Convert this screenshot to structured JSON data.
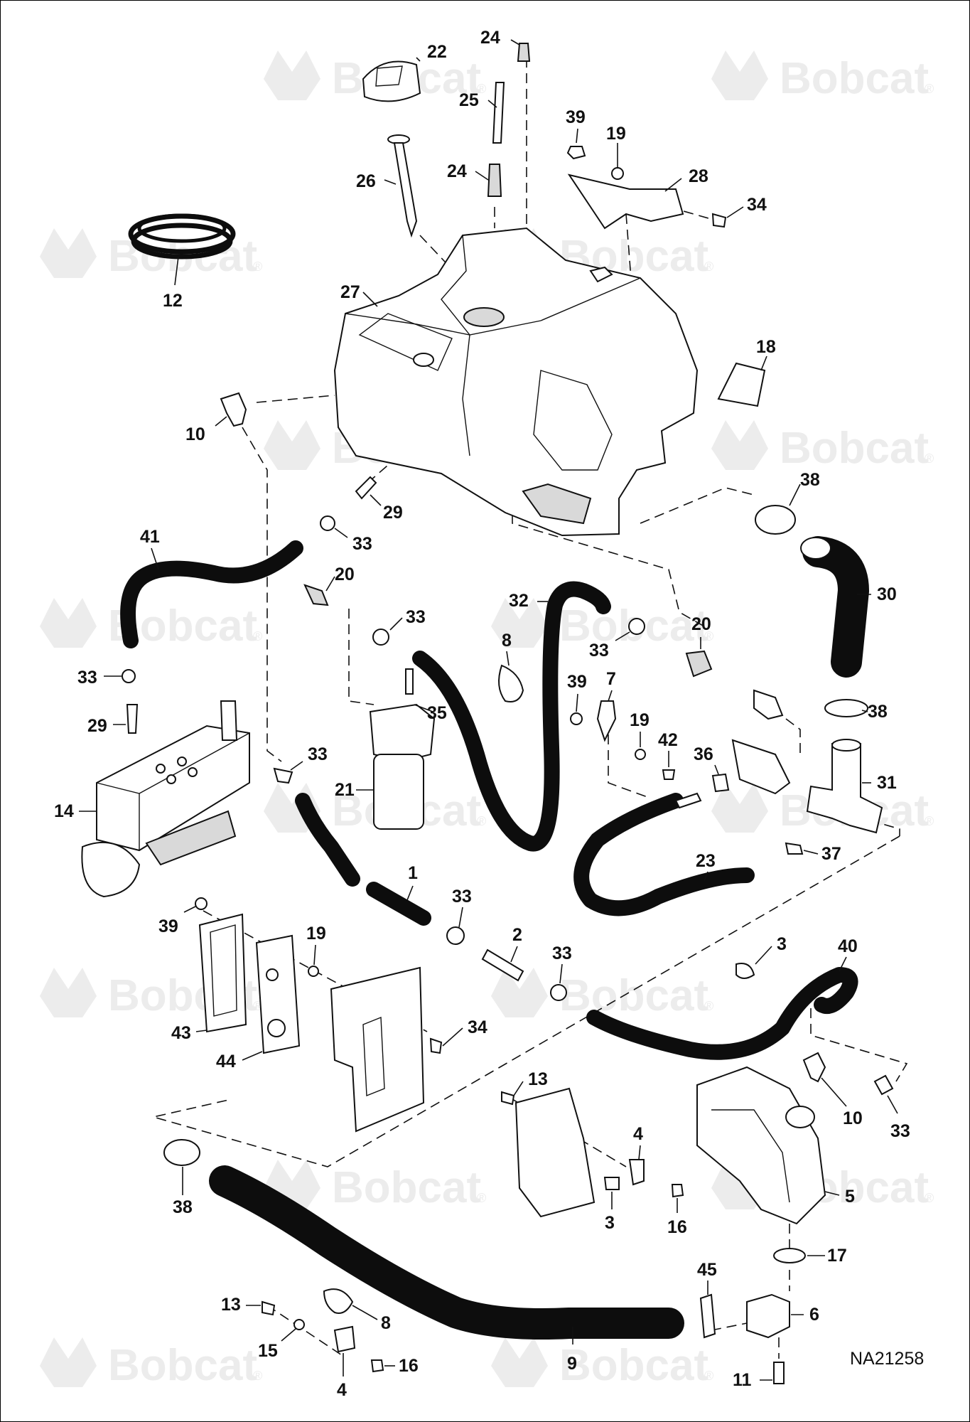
{
  "figure_id": "NA21258",
  "watermark_text": "Bobcat",
  "watermark_mark": "®",
  "watermark_icon": "bobcat-head-logo",
  "colors": {
    "ink": "#111111",
    "hose": "#0d0d0d",
    "watermark": "#ececec",
    "background": "#ffffff"
  },
  "callouts": [
    "22",
    "24",
    "25",
    "24",
    "26",
    "39",
    "19",
    "28",
    "34",
    "12",
    "27",
    "18",
    "10",
    "29",
    "33",
    "41",
    "20",
    "33",
    "32",
    "30",
    "38",
    "8",
    "20",
    "33",
    "33",
    "39",
    "7",
    "19",
    "42",
    "35",
    "29",
    "38",
    "36",
    "31",
    "33",
    "14",
    "21",
    "23",
    "37",
    "1",
    "33",
    "39",
    "19",
    "2",
    "33",
    "3",
    "40",
    "43",
    "34",
    "44",
    "13",
    "4",
    "10",
    "33",
    "38",
    "3",
    "16",
    "5",
    "17",
    "45",
    "13",
    "8",
    "6",
    "15",
    "16",
    "9",
    "4",
    "11"
  ]
}
